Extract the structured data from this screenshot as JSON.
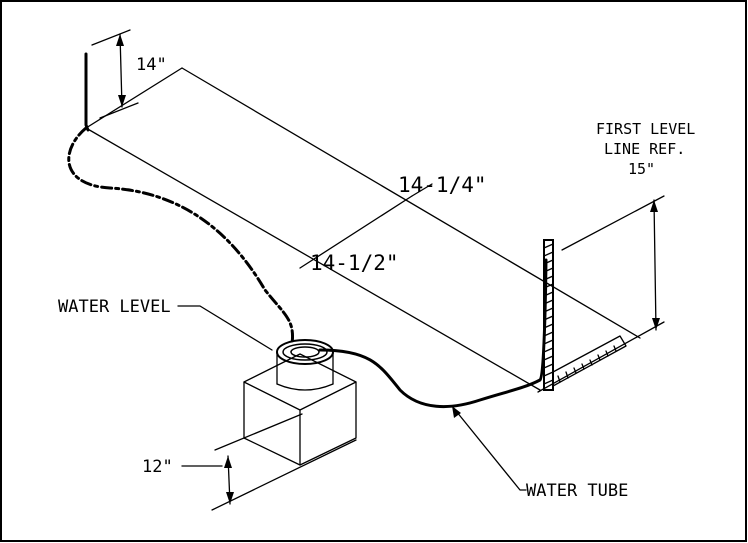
{
  "labels": {
    "dim_top": "14\"",
    "dim_diag_upper": "14-1/4\"",
    "dim_diag_lower": "14-1/2\"",
    "first_level_line1": "FIRST LEVEL",
    "first_level_line2": "LINE REF.",
    "first_level_value": "15\"",
    "water_level": "WATER LEVEL",
    "dim_bottom": "12\"",
    "water_tube": "WATER TUBE"
  }
}
